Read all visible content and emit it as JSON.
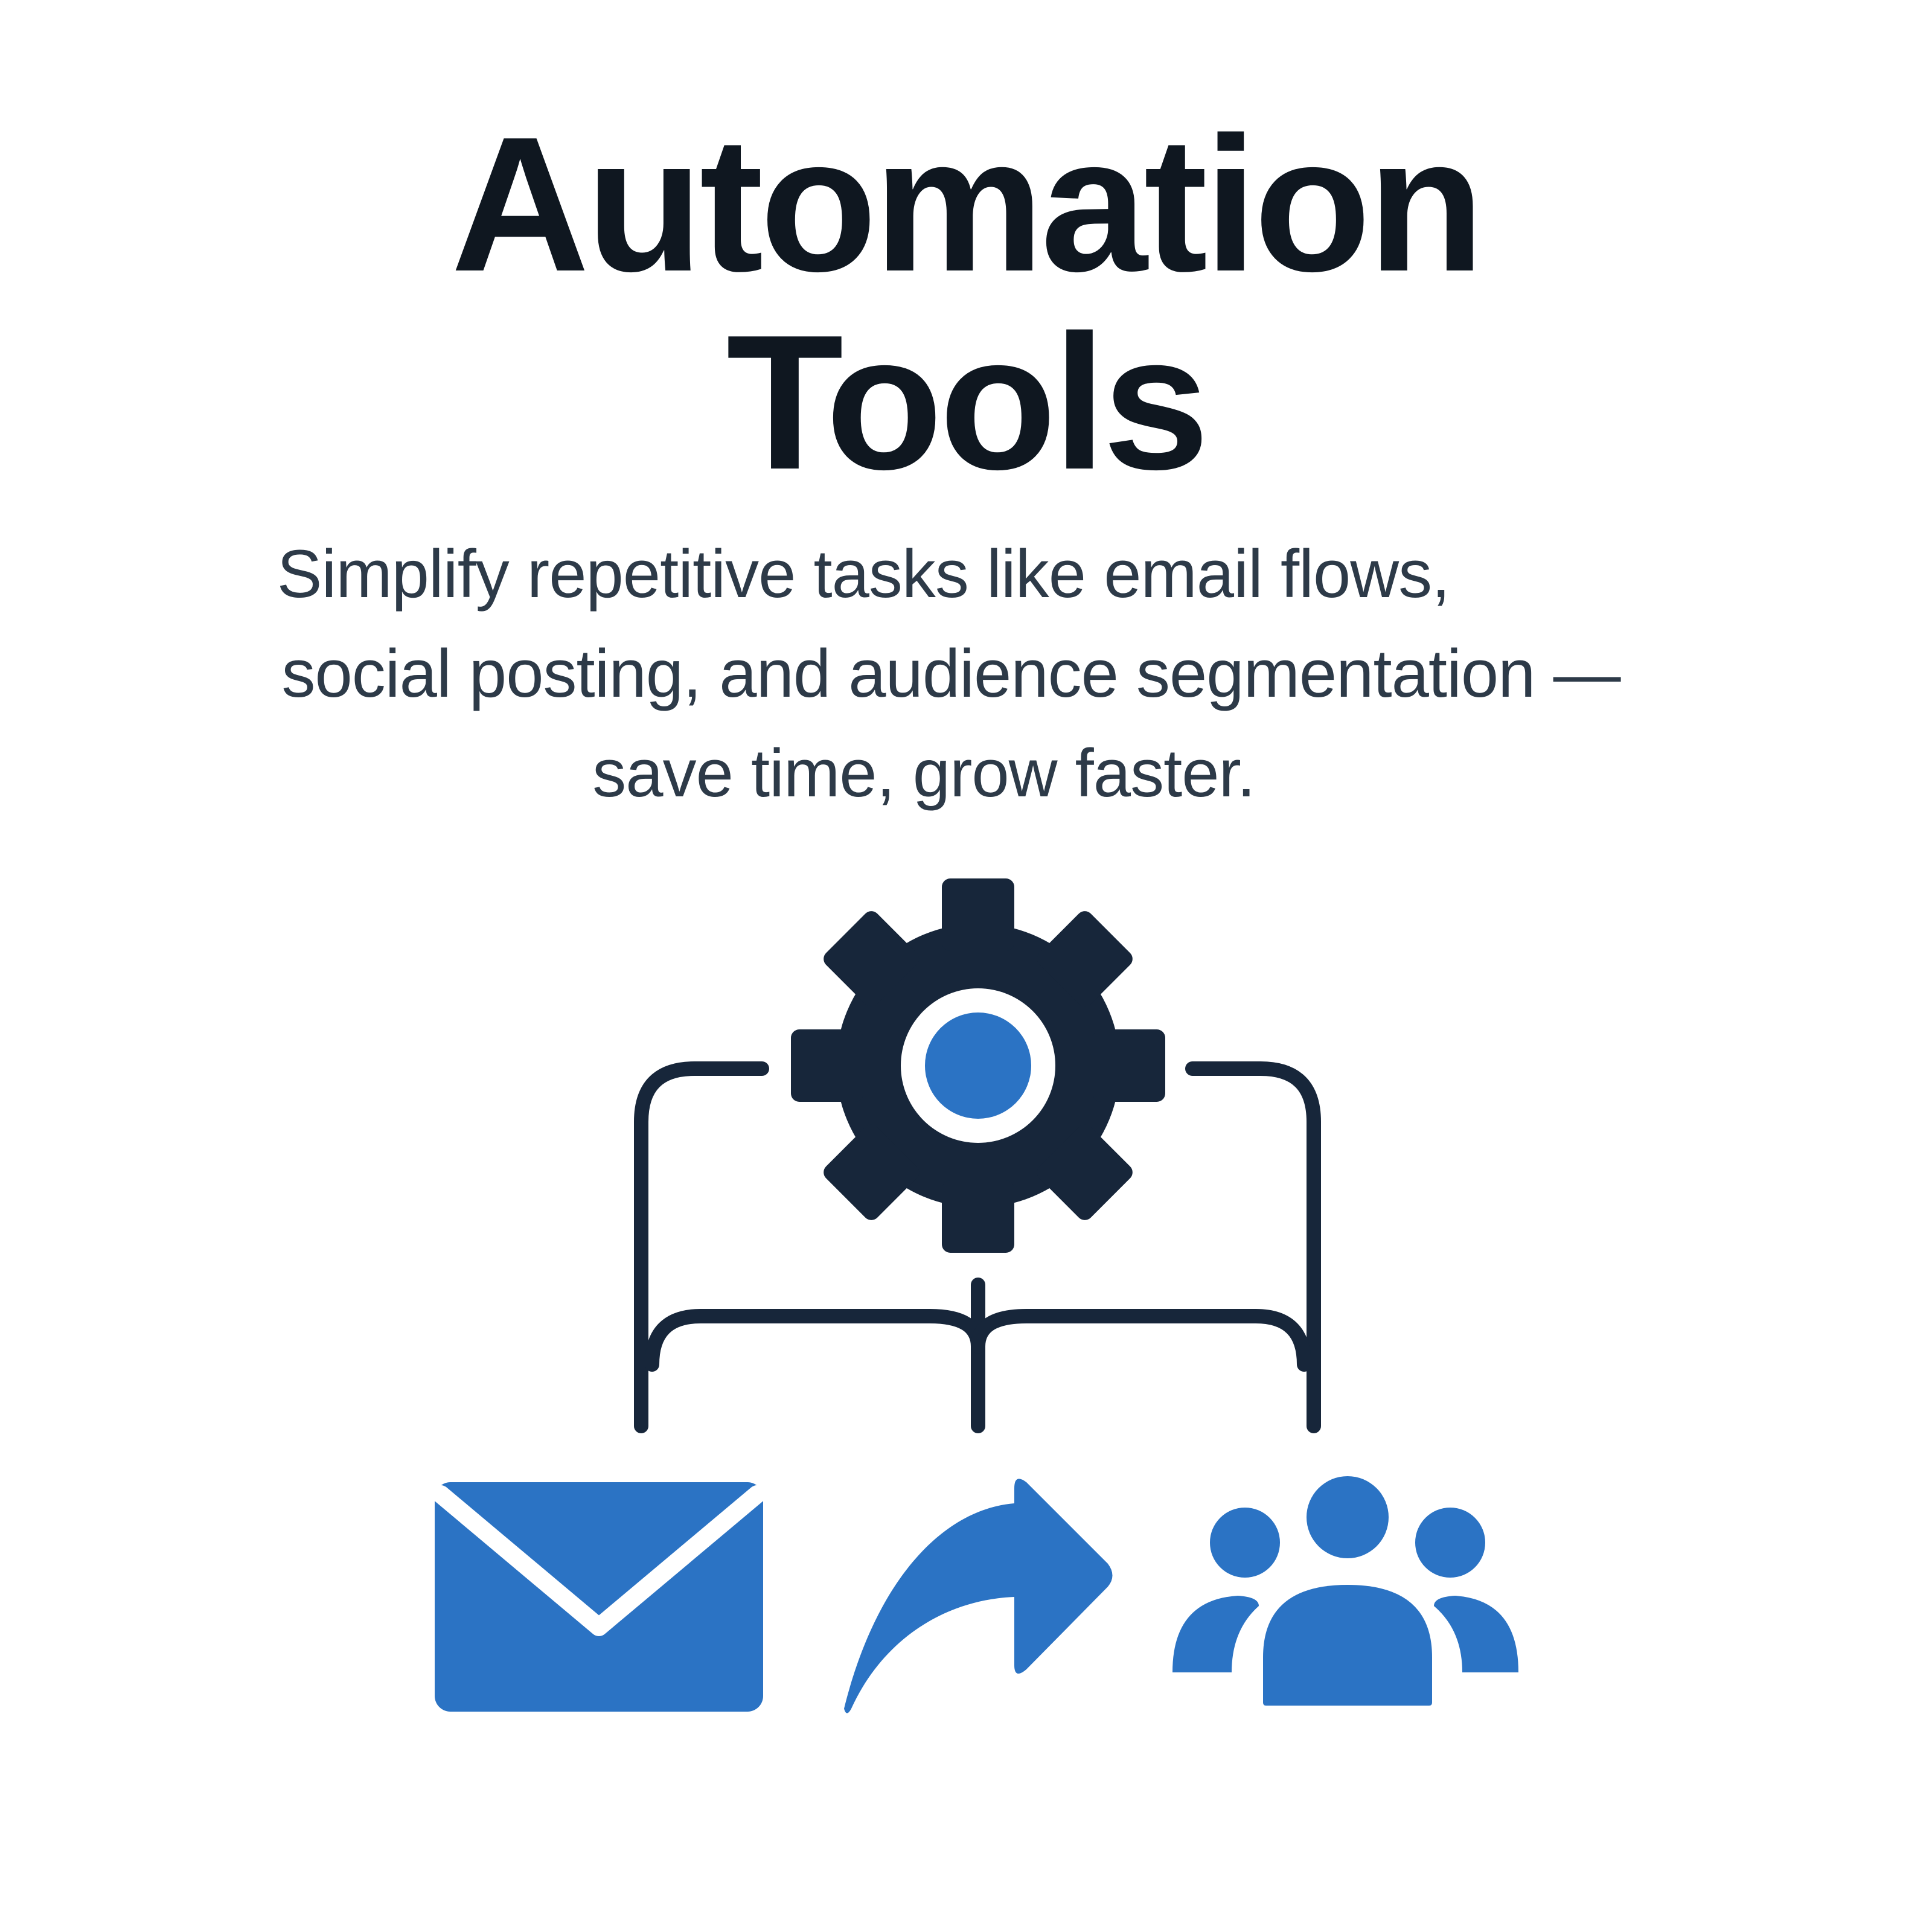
{
  "hero": {
    "title_line1": "Automation",
    "title_line2": "Tools",
    "subtitle_lines": [
      "Simplify repetitive tasks like email flows,",
      "social posting, and audience segmentation —",
      "save time, grow faster."
    ]
  },
  "illustration": {
    "center_icon": "gear-icon",
    "connector": "branch-connector",
    "outputs": [
      {
        "icon": "envelope-icon",
        "meaning": "email flows"
      },
      {
        "icon": "share-arrow-icon",
        "meaning": "social posting"
      },
      {
        "icon": "people-group-icon",
        "meaning": "audience segmentation"
      }
    ]
  },
  "colors": {
    "title": "#0f1720",
    "subtitle": "#2d3a48",
    "dark": "#17263a",
    "accent_blue": "#2b73c4",
    "background": "#ffffff"
  }
}
